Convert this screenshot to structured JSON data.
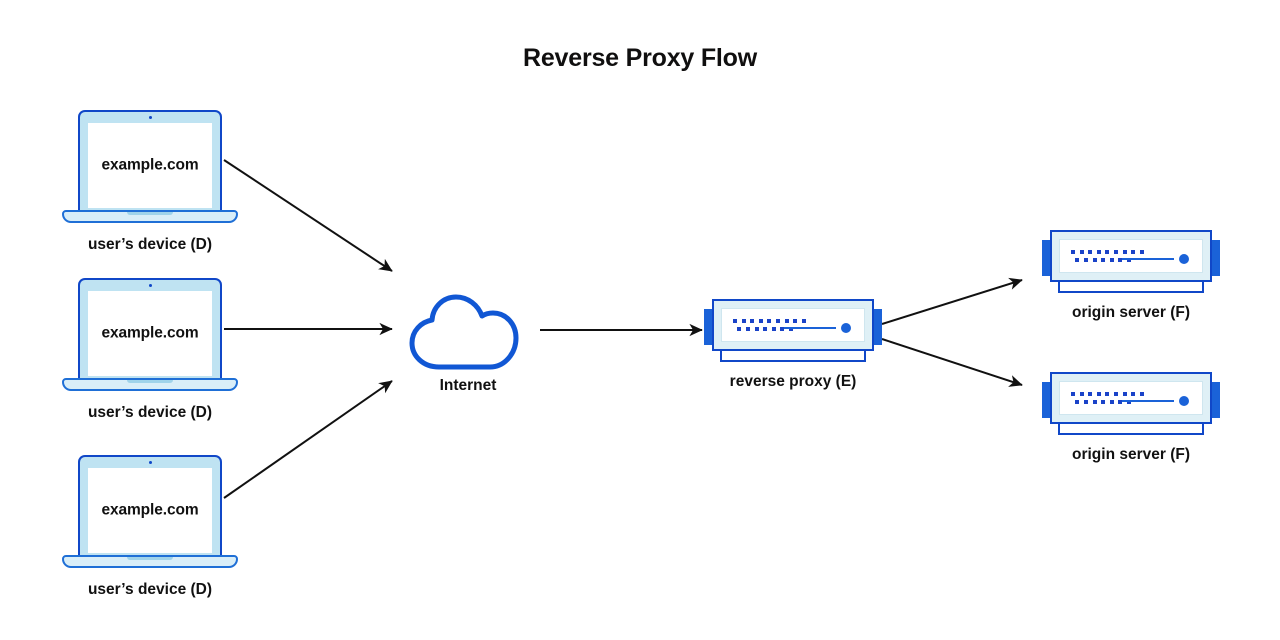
{
  "title": "Reverse Proxy Flow",
  "colors": {
    "accent_blue": "#1047c8",
    "tab_blue": "#1a62d8",
    "bezel_light_blue": "#bfe3f2",
    "server_band": "#dff0f6",
    "arrow_black": "#111111",
    "text_black": "#111111",
    "background": "#ffffff"
  },
  "nodes": {
    "devices": [
      {
        "id": "device-1",
        "screen_text": "example.com",
        "label": "user’s device (D)"
      },
      {
        "id": "device-2",
        "screen_text": "example.com",
        "label": "user’s device (D)"
      },
      {
        "id": "device-3",
        "screen_text": "example.com",
        "label": "user’s device (D)"
      }
    ],
    "internet": {
      "id": "internet",
      "label": "Internet",
      "icon": "cloud-icon"
    },
    "reverse_proxy": {
      "id": "reverse-proxy",
      "label": "reverse proxy (E)",
      "icon": "server-icon"
    },
    "origin_servers": [
      {
        "id": "origin-1",
        "label": "origin server (F)",
        "icon": "server-icon"
      },
      {
        "id": "origin-2",
        "label": "origin server (F)",
        "icon": "server-icon"
      }
    ]
  },
  "edges": [
    {
      "id": "edge-device1-internet",
      "from": "device-1",
      "to": "internet",
      "style": "arrow"
    },
    {
      "id": "edge-device2-internet",
      "from": "device-2",
      "to": "internet",
      "style": "arrow"
    },
    {
      "id": "edge-device3-internet",
      "from": "device-3",
      "to": "internet",
      "style": "arrow"
    },
    {
      "id": "edge-internet-proxy",
      "from": "internet",
      "to": "reverse-proxy",
      "style": "arrow"
    },
    {
      "id": "edge-proxy-origin1",
      "from": "reverse-proxy",
      "to": "origin-1",
      "style": "arrow"
    },
    {
      "id": "edge-proxy-origin2",
      "from": "reverse-proxy",
      "to": "origin-2",
      "style": "arrow"
    }
  ]
}
